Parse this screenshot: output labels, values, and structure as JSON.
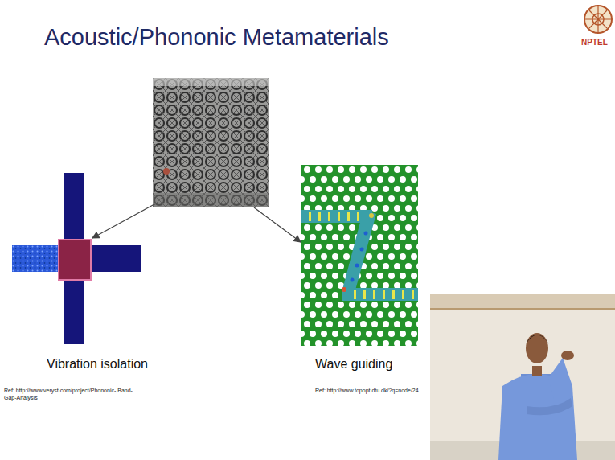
{
  "diagram": {
    "title": "Acoustic/Phononic Metamaterials",
    "nodes": [
      {
        "text": [
          "Vibration isolation",
          "Ref: http://www.veryst.com/project/Phononic- Band-Gap-Analysis"
        ]
      },
      {
        "text": [
          "Wave guiding",
          "Ref: http://www.topopt.dtu.dk/?q=node/24"
        ]
      }
    ],
    "labels": [
      "NPTEL"
    ]
  }
}
